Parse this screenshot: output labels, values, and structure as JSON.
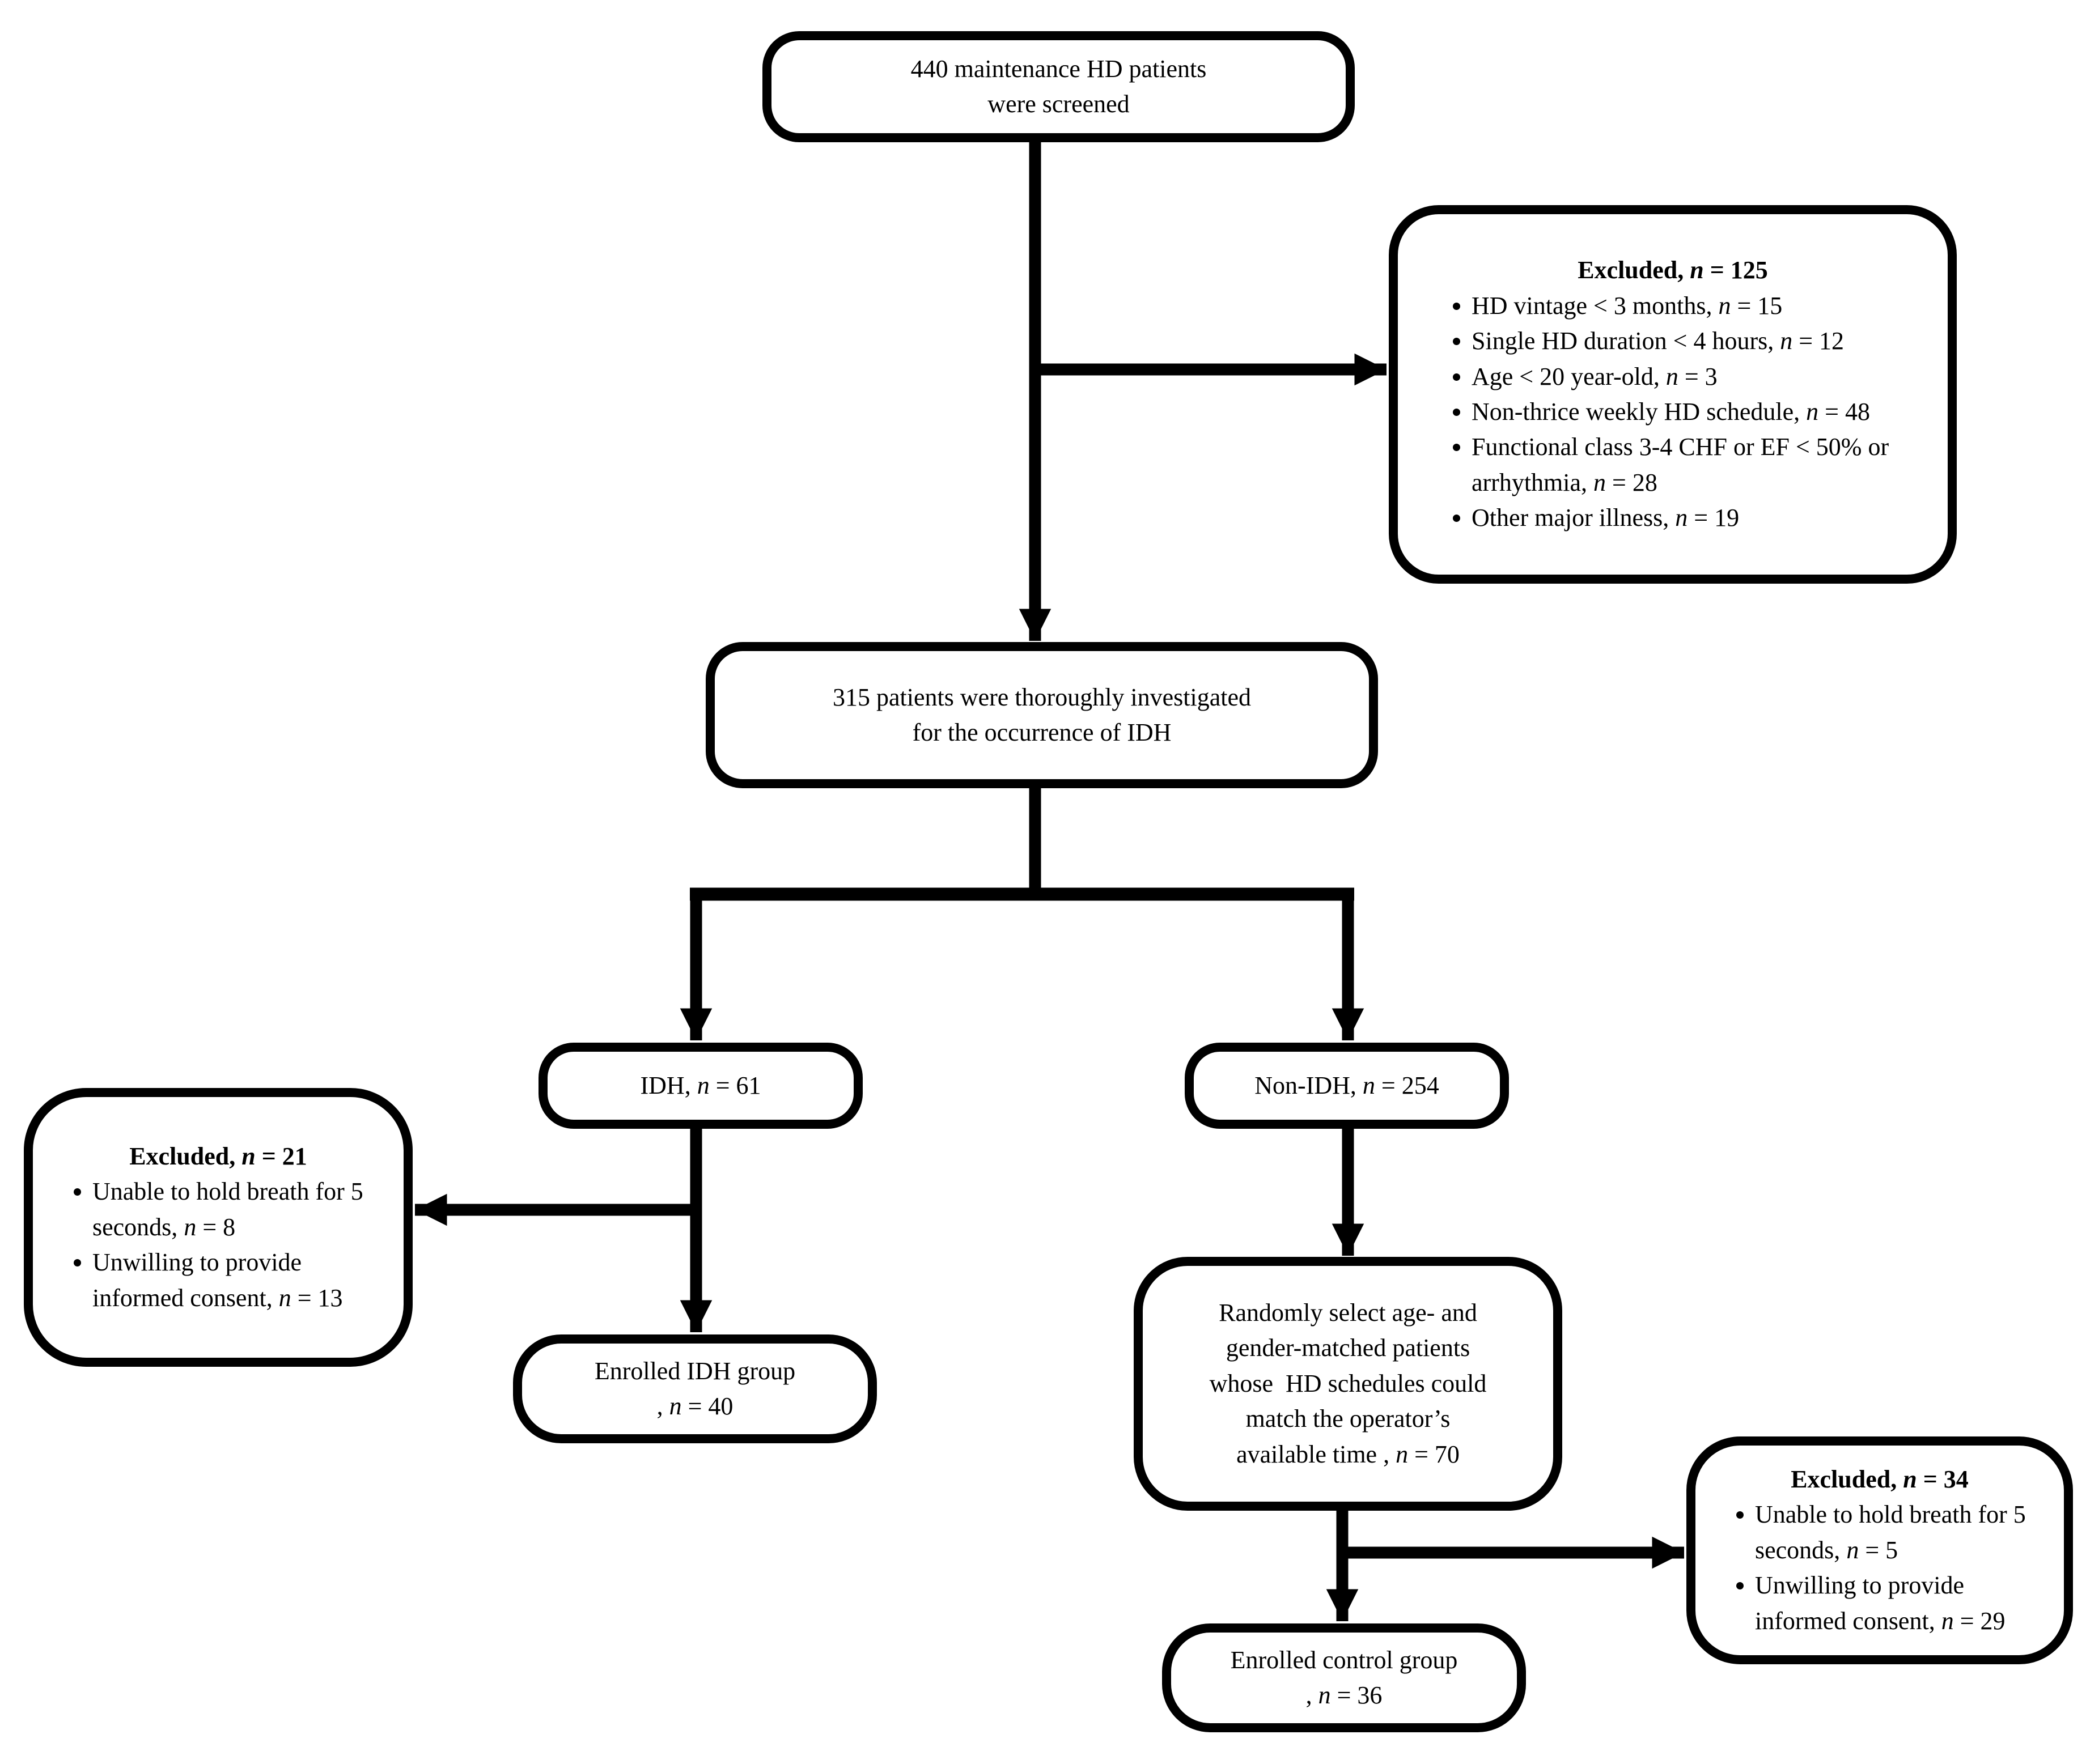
{
  "diagram": {
    "background_color": "#ffffff",
    "line_color": "#000000",
    "nodes": {
      "screened": {
        "lines": [
          "440 maintenance HD patients",
          "were screened"
        ]
      },
      "excluded_125": {
        "title": "Excluded, n = 125",
        "bullets": [
          "HD vintage < 3 months, n = 15",
          "Single HD duration < 4 hours, n = 12",
          "Age < 20 year-old, n = 3",
          "Non-thrice weekly HD schedule, n = 48",
          "Functional class 3-4 CHF or EF < 50% or arrhythmia, n = 28",
          "Other major illness, n = 19"
        ]
      },
      "investigated": {
        "lines": [
          "315 patients were thoroughly investigated",
          "for the occurrence of IDH"
        ]
      },
      "idh": {
        "lines": [
          "IDH, n = 61"
        ]
      },
      "non_idh": {
        "lines": [
          "Non-IDH, n = 254"
        ]
      },
      "excluded_21": {
        "title": "Excluded, n = 21",
        "bullets": [
          "Unable to hold breath for 5 seconds, n = 8",
          "Unwilling to provide informed consent, n = 13"
        ]
      },
      "enrolled_idh": {
        "lines": [
          "Enrolled IDH group",
          ", n = 40"
        ]
      },
      "random_select": {
        "lines": [
          "Randomly select age- and",
          "gender-matched patients",
          "whose  HD schedules could",
          "match the operator’s",
          "available time , n = 70"
        ]
      },
      "excluded_34": {
        "title": "Excluded, n = 34",
        "bullets": [
          "Unable to hold breath for 5 seconds, n = 5",
          "Unwilling to provide informed consent, n = 29"
        ]
      },
      "enrolled_control": {
        "lines": [
          "Enrolled control group",
          ", n = 36"
        ]
      }
    }
  }
}
